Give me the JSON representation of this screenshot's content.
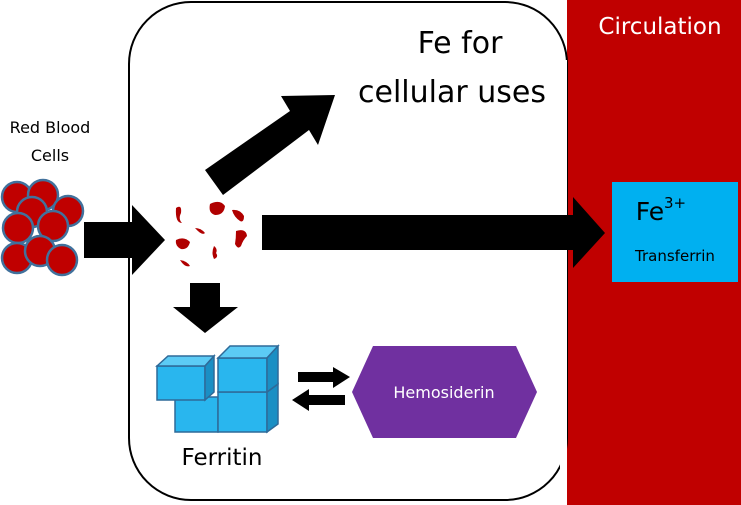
{
  "labels": {
    "red_blood_cells_line1": "Red Blood",
    "red_blood_cells_line2": "Cells",
    "fe_cellular_line1": "Fe for",
    "fe_cellular_line2": "cellular uses",
    "circulation": "Circulation",
    "fe": "Fe",
    "fe_charge": "3+",
    "transferrin": "Transferrin",
    "ferritin": "Ferritin",
    "hemosiderin": "Hemosiderin"
  },
  "colors": {
    "circulation": "#C00000",
    "transferrin": "#00B0F0",
    "ferritin": "#29B6EE",
    "hemosiderin": "#7030A0",
    "red_blood_cell": "#C00000",
    "cell_outline": "#41719C"
  }
}
